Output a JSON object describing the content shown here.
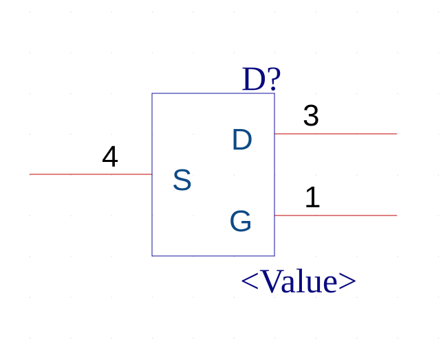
{
  "component": {
    "designator": "D?",
    "value": "<Value>"
  },
  "pins": {
    "source": {
      "label": "S",
      "number": "4"
    },
    "drain": {
      "label": "D",
      "number": "3"
    },
    "gate": {
      "label": "G",
      "number": "1"
    }
  },
  "colors": {
    "background": "#ffffff",
    "body_outline": "#1010a0",
    "pin_line": "#c00000",
    "pin_label": "#0d4a86",
    "pin_number": "#000000",
    "designator_text": "#0a0a80",
    "grid_dot": "#c8c8c8"
  }
}
